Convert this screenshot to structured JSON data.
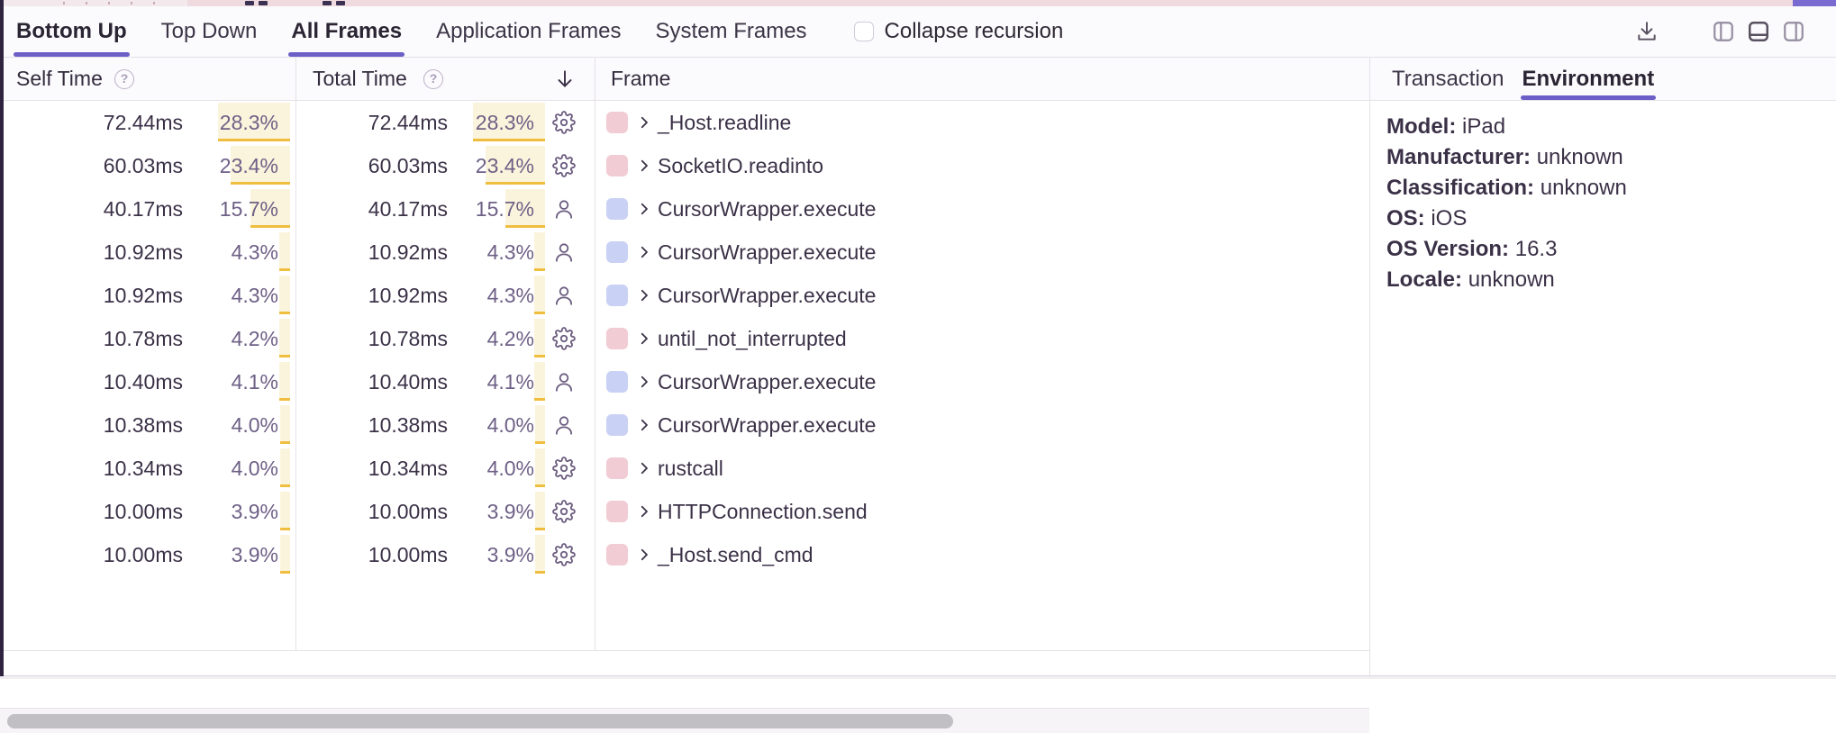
{
  "colors": {
    "accent": "#6C5FC7",
    "bar_fill": "#FBF4DD",
    "bar_edge": "#EFBE3F",
    "system_square": "#F1CCD4",
    "application_square": "#C9D1F5",
    "minimap_pink": "#EFDADF",
    "minimap_purple": "#7A6BD0"
  },
  "toolbar": {
    "tabs": [
      {
        "label": "Bottom Up",
        "active": true
      },
      {
        "label": "Top Down",
        "active": false
      },
      {
        "label": "All Frames",
        "active": true
      },
      {
        "label": "Application Frames",
        "active": false
      },
      {
        "label": "System Frames",
        "active": false
      }
    ],
    "collapse_recursion": {
      "label": "Collapse recursion",
      "checked": false
    },
    "icons": [
      "download-icon",
      "layout-left-panel-icon",
      "layout-bottom-panel-icon",
      "layout-right-panel-icon"
    ],
    "active_layout_icon": "layout-bottom-panel-icon"
  },
  "table": {
    "columns": {
      "self_time": "Self Time",
      "total_time": "Total Time",
      "frame": "Frame"
    },
    "sort": {
      "column": "total_time",
      "direction": "desc"
    },
    "rows": [
      {
        "self_time": "72.44ms",
        "self_pct": "28.3%",
        "total_time": "72.44ms",
        "total_pct": "28.3%",
        "frame": "_Host.readline",
        "frame_type": "system"
      },
      {
        "self_time": "60.03ms",
        "self_pct": "23.4%",
        "total_time": "60.03ms",
        "total_pct": "23.4%",
        "frame": "SocketIO.readinto",
        "frame_type": "system"
      },
      {
        "self_time": "40.17ms",
        "self_pct": "15.7%",
        "total_time": "40.17ms",
        "total_pct": "15.7%",
        "frame": "CursorWrapper.execute",
        "frame_type": "application"
      },
      {
        "self_time": "10.92ms",
        "self_pct": "4.3%",
        "total_time": "10.92ms",
        "total_pct": "4.3%",
        "frame": "CursorWrapper.execute",
        "frame_type": "application"
      },
      {
        "self_time": "10.92ms",
        "self_pct": "4.3%",
        "total_time": "10.92ms",
        "total_pct": "4.3%",
        "frame": "CursorWrapper.execute",
        "frame_type": "application"
      },
      {
        "self_time": "10.78ms",
        "self_pct": "4.2%",
        "total_time": "10.78ms",
        "total_pct": "4.2%",
        "frame": "until_not_interrupted",
        "frame_type": "system"
      },
      {
        "self_time": "10.40ms",
        "self_pct": "4.1%",
        "total_time": "10.40ms",
        "total_pct": "4.1%",
        "frame": "CursorWrapper.execute",
        "frame_type": "application"
      },
      {
        "self_time": "10.38ms",
        "self_pct": "4.0%",
        "total_time": "10.38ms",
        "total_pct": "4.0%",
        "frame": "CursorWrapper.execute",
        "frame_type": "application"
      },
      {
        "self_time": "10.34ms",
        "self_pct": "4.0%",
        "total_time": "10.34ms",
        "total_pct": "4.0%",
        "frame": "rustcall",
        "frame_type": "system"
      },
      {
        "self_time": "10.00ms",
        "self_pct": "3.9%",
        "total_time": "10.00ms",
        "total_pct": "3.9%",
        "frame": "HTTPConnection.send",
        "frame_type": "system"
      },
      {
        "self_time": "10.00ms",
        "self_pct": "3.9%",
        "total_time": "10.00ms",
        "total_pct": "3.9%",
        "frame": "_Host.send_cmd",
        "frame_type": "system"
      }
    ]
  },
  "details_panel": {
    "tabs": [
      {
        "label": "Transaction",
        "active": false
      },
      {
        "label": "Environment",
        "active": true
      }
    ],
    "environment": [
      {
        "label": "Model:",
        "value": "iPad"
      },
      {
        "label": "Manufacturer:",
        "value": "unknown"
      },
      {
        "label": "Classification:",
        "value": "unknown"
      },
      {
        "label": "OS:",
        "value": "iOS"
      },
      {
        "label": "OS Version:",
        "value": "16.3"
      },
      {
        "label": "Locale:",
        "value": "unknown"
      }
    ]
  }
}
